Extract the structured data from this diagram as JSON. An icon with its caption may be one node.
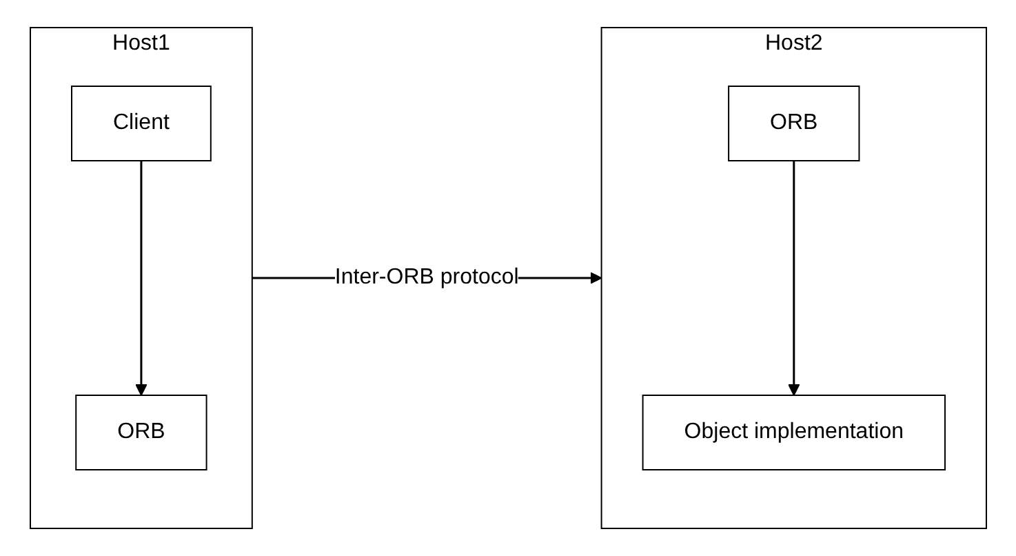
{
  "diagram": {
    "nodes": [
      {
        "text": [
          "Host1"
        ]
      },
      {
        "text": [
          "Client"
        ],
        "in": 0
      },
      {
        "text": [
          "ORB"
        ],
        "in": 0
      },
      {
        "text": [
          "Host2"
        ]
      },
      {
        "text": [
          "Object implementation"
        ],
        "in": 3
      },
      {
        "text": [
          "ORB"
        ],
        "in": 3
      }
    ],
    "edges": [
      {
        "from": 1,
        "to": 2,
        "arrow": "to"
      },
      {
        "from": 5,
        "to": 4,
        "arrow": "to"
      },
      {
        "from": 0,
        "to": 3,
        "arrow": "to",
        "label": "Inter-ORB protocol"
      }
    ]
  }
}
